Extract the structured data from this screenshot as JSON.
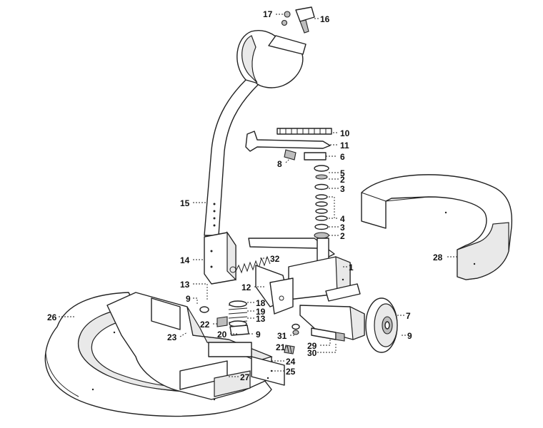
{
  "callouts": [
    {
      "id": "c17",
      "label": "17"
    },
    {
      "id": "c16",
      "label": "16"
    },
    {
      "id": "c10",
      "label": "10"
    },
    {
      "id": "c11",
      "label": "11"
    },
    {
      "id": "c6",
      "label": "6"
    },
    {
      "id": "c8",
      "label": "8"
    },
    {
      "id": "c5",
      "label": "5"
    },
    {
      "id": "c2a",
      "label": "2"
    },
    {
      "id": "c3a",
      "label": "3"
    },
    {
      "id": "c15",
      "label": "15"
    },
    {
      "id": "c4",
      "label": "4"
    },
    {
      "id": "c3b",
      "label": "3"
    },
    {
      "id": "c2b",
      "label": "2"
    },
    {
      "id": "c28",
      "label": "28"
    },
    {
      "id": "c14",
      "label": "14"
    },
    {
      "id": "c32",
      "label": "32"
    },
    {
      "id": "c1",
      "label": "1"
    },
    {
      "id": "c13a",
      "label": "13"
    },
    {
      "id": "c12",
      "label": "12"
    },
    {
      "id": "c9a",
      "label": "9"
    },
    {
      "id": "c18",
      "label": "18"
    },
    {
      "id": "c19",
      "label": "19"
    },
    {
      "id": "c13b",
      "label": "13"
    },
    {
      "id": "c22",
      "label": "22"
    },
    {
      "id": "c7",
      "label": "7"
    },
    {
      "id": "c26",
      "label": "26"
    },
    {
      "id": "c20",
      "label": "20"
    },
    {
      "id": "c9b",
      "label": "9"
    },
    {
      "id": "c31",
      "label": "31"
    },
    {
      "id": "c9c",
      "label": "9"
    },
    {
      "id": "c23",
      "label": "23"
    },
    {
      "id": "c21",
      "label": "21"
    },
    {
      "id": "c29",
      "label": "29"
    },
    {
      "id": "c30",
      "label": "30"
    },
    {
      "id": "c24",
      "label": "24"
    },
    {
      "id": "c25",
      "label": "25"
    },
    {
      "id": "c27",
      "label": "27"
    }
  ]
}
